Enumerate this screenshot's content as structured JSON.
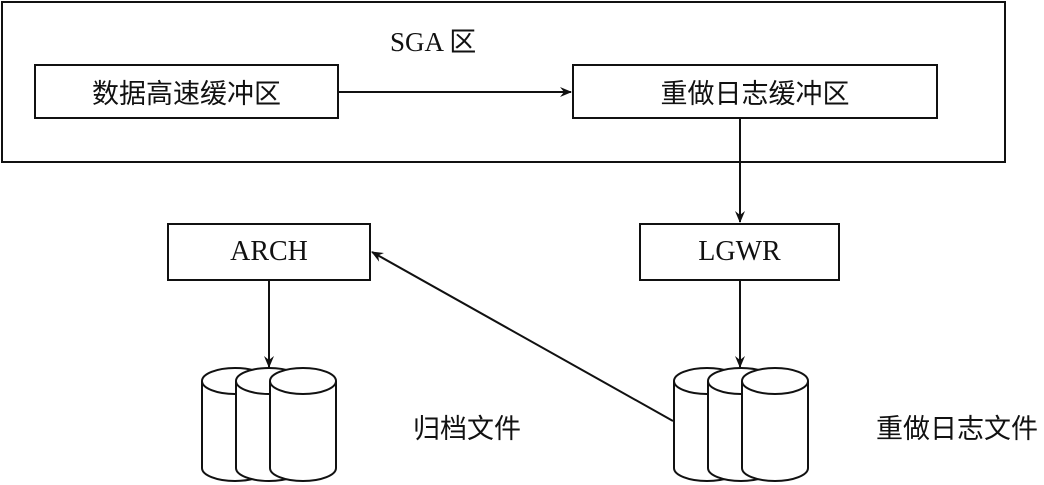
{
  "diagram": {
    "sga_region": {
      "label": "SGA 区"
    },
    "nodes": {
      "db_buffer_cache": {
        "label": "数据高速缓冲区"
      },
      "redo_log_buffer": {
        "label": "重做日志缓冲区"
      },
      "arch": {
        "label": "ARCH"
      },
      "lgwr": {
        "label": "LGWR"
      }
    },
    "storage": {
      "archive_files": {
        "label": "归档文件",
        "cylinders": 3
      },
      "redo_log_files": {
        "label": "重做日志文件",
        "cylinders": 3
      }
    },
    "edges": [
      {
        "from": "数据高速缓冲区",
        "to": "重做日志缓冲区"
      },
      {
        "from": "重做日志缓冲区",
        "to": "LGWR"
      },
      {
        "from": "LGWR",
        "to": "重做日志文件"
      },
      {
        "from": "重做日志文件",
        "to": "ARCH"
      },
      {
        "from": "ARCH",
        "to": "归档文件"
      }
    ]
  }
}
